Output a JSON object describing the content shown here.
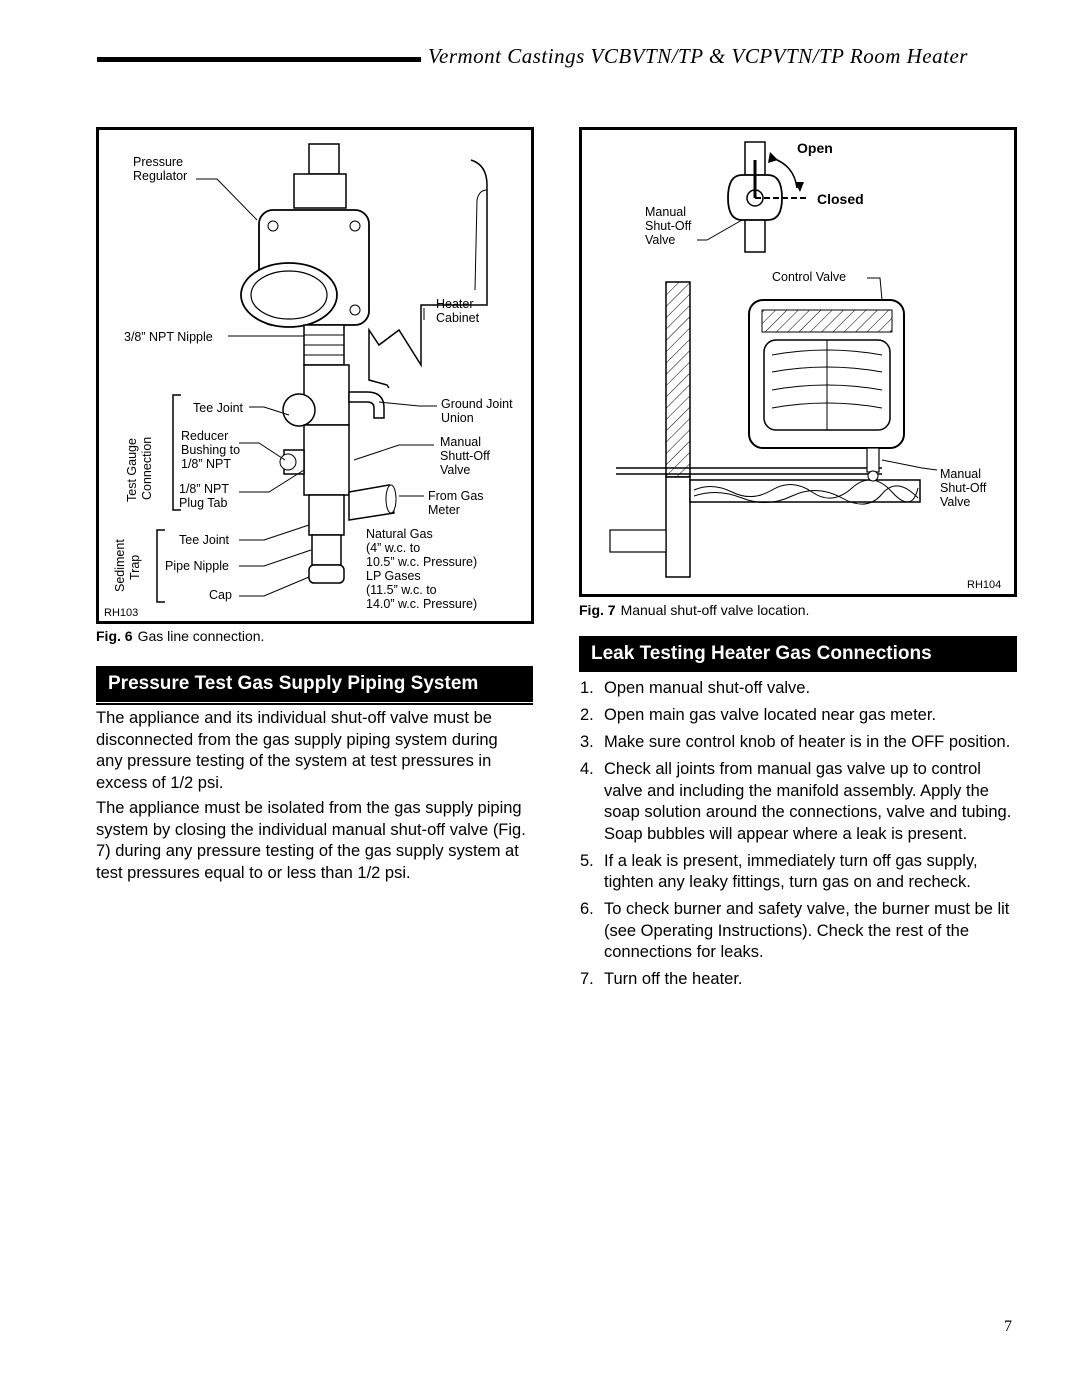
{
  "header": {
    "title": "Vermont Castings VCBVTN/TP & VCPVTN/TP Room Heater"
  },
  "figure6": {
    "labels": {
      "pressure": "Pressure",
      "regulator": "Regulator",
      "heater": "Heater",
      "cabinet": "Cabinet",
      "npt_nipple": "3/8” NPT Nipple",
      "tee_joint_1": "Tee Joint",
      "ground_joint": "Ground Joint",
      "union": "Union",
      "test_gauge": "Test Gauge",
      "connection": "Connection",
      "reducer": "Reducer",
      "bushing_to": "Bushing to",
      "eighth_npt": "1/8” NPT",
      "manual": "Manual",
      "shutt_off": "Shutt-Off",
      "valve": "Valve",
      "eighth_npt_2": "1/8” NPT",
      "plug_tab": "Plug Tab",
      "from_gas": "From Gas",
      "meter": "Meter",
      "sediment": "Sediment",
      "trap": "Trap",
      "tee_joint_2": "Tee Joint",
      "pipe_nipple": "Pipe Nipple",
      "cap": "Cap",
      "natural_gas": "Natural Gas",
      "ng_1": "(4” w.c. to",
      "ng_2": "10.5” w.c. Pressure)",
      "lp_gases": "LP Gases",
      "lp_1": "(11.5” w.c. to",
      "lp_2": "14.0” w.c. Pressure)",
      "code": "RH103"
    },
    "caption_num": "Fig. 6",
    "caption_text": "Gas line connection."
  },
  "figure7": {
    "labels": {
      "open": "Open",
      "closed": "Closed",
      "manual": "Manual",
      "shut_off": "Shut-Off",
      "valve": "Valve",
      "control_valve": "Control Valve",
      "manual_2": "Manual",
      "shut_off_2": "Shut-Off",
      "valve_2": "Valve",
      "code": "RH104"
    },
    "caption_num": "Fig. 7",
    "caption_text": "Manual shut-off valve location."
  },
  "pressure_section": {
    "heading": "Pressure Test Gas Supply Piping System",
    "para1": "The appliance and its individual shut-off valve must be disconnected from the gas supply piping system during any pressure testing of the system at test pressures in excess of 1/2 psi.",
    "para2": "The appliance must be isolated from the gas supply piping system by closing the individual manual shut-off valve (Fig. 7) during any pressure testing of the gas supply system at test pressures equal to or less than 1/2 psi."
  },
  "leak_section": {
    "heading": "Leak Testing Heater Gas Connections",
    "steps": [
      {
        "num": "1.",
        "text": "Open manual shut-off valve."
      },
      {
        "num": "2.",
        "text": "Open main gas valve located near gas meter."
      },
      {
        "num": "3.",
        "text": "Make sure control knob of heater is in the OFF position."
      },
      {
        "num": "4.",
        "text": "Check all joints from manual gas valve up to control valve and including the manifold assembly. Apply the soap solution around the connections, valve and tubing. Soap bubbles will appear where a leak is present."
      },
      {
        "num": "5.",
        "text": "If a leak is present, immediately turn off gas supply, tighten any leaky fittings, turn gas on and recheck."
      },
      {
        "num": "6.",
        "text": "To check burner and safety valve, the burner must be lit (see Operating Instructions). Check the rest of the connections for leaks."
      },
      {
        "num": "7.",
        "text": "Turn off the heater."
      }
    ]
  },
  "page_number": "7"
}
